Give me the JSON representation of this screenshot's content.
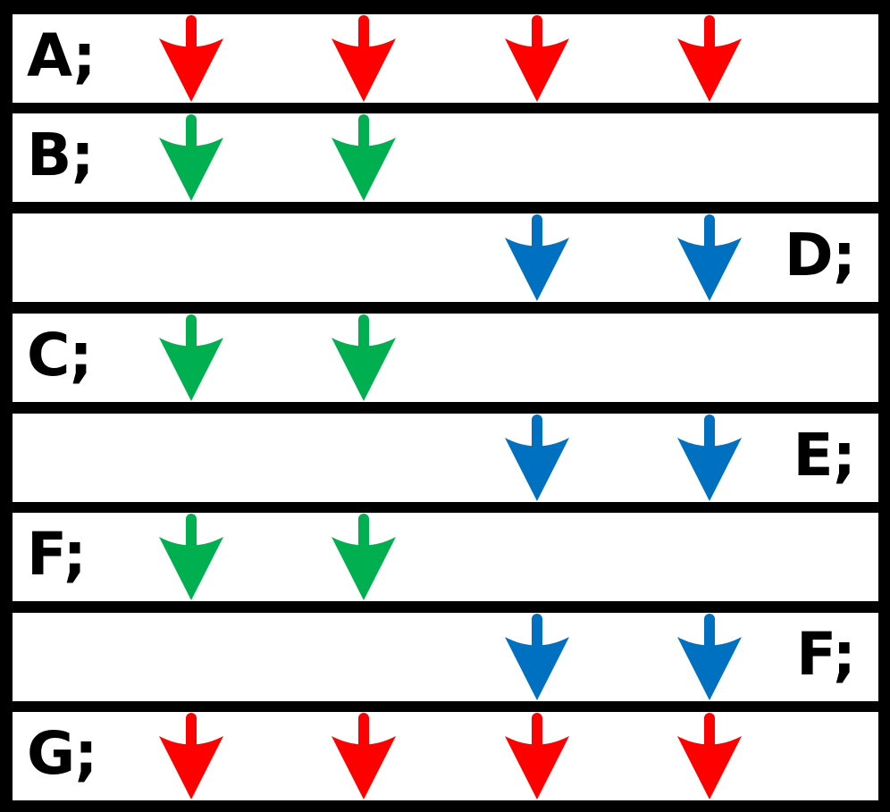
{
  "colors": {
    "red": "#FF0000",
    "green": "#00B050",
    "blue": "#0070C0",
    "background": "#000000",
    "row_fill": "#FFFFFF"
  },
  "arrow_columns_x": [
    214,
    407,
    601,
    794
  ],
  "rows": [
    {
      "label": "A;",
      "label_side": "left",
      "arrows": [
        {
          "col": 0,
          "color": "red"
        },
        {
          "col": 1,
          "color": "red"
        },
        {
          "col": 2,
          "color": "red"
        },
        {
          "col": 3,
          "color": "red"
        }
      ]
    },
    {
      "label": "B;",
      "label_side": "left",
      "arrows": [
        {
          "col": 0,
          "color": "green"
        },
        {
          "col": 1,
          "color": "green"
        }
      ]
    },
    {
      "label": "D;",
      "label_side": "right",
      "arrows": [
        {
          "col": 2,
          "color": "blue"
        },
        {
          "col": 3,
          "color": "blue"
        }
      ]
    },
    {
      "label": "C;",
      "label_side": "left",
      "arrows": [
        {
          "col": 0,
          "color": "green"
        },
        {
          "col": 1,
          "color": "green"
        }
      ]
    },
    {
      "label": "E;",
      "label_side": "right",
      "arrows": [
        {
          "col": 2,
          "color": "blue"
        },
        {
          "col": 3,
          "color": "blue"
        }
      ]
    },
    {
      "label": "F;",
      "label_side": "left",
      "arrows": [
        {
          "col": 0,
          "color": "green"
        },
        {
          "col": 1,
          "color": "green"
        }
      ]
    },
    {
      "label": "F;",
      "label_side": "right",
      "arrows": [
        {
          "col": 2,
          "color": "blue"
        },
        {
          "col": 3,
          "color": "blue"
        }
      ]
    },
    {
      "label": "G;",
      "label_side": "left",
      "arrows": [
        {
          "col": 0,
          "color": "red"
        },
        {
          "col": 1,
          "color": "red"
        },
        {
          "col": 2,
          "color": "red"
        },
        {
          "col": 3,
          "color": "red"
        }
      ]
    }
  ]
}
